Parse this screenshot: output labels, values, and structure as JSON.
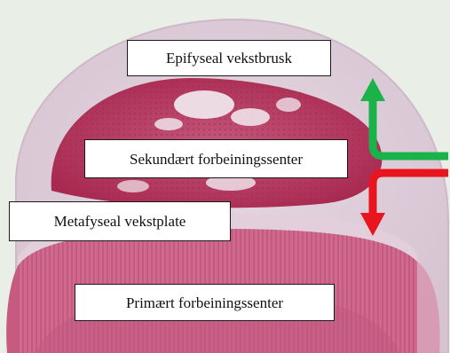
{
  "labels": {
    "epiphyseal_cartilage": "Epifyseal vekstbrusk",
    "secondary_ossification_center": "Sekundært forbeiningssenter",
    "metaphyseal_growth_plate": "Metafyseal vekstplate",
    "primary_ossification_center": "Primært forbeiningssenter"
  },
  "arrows": {
    "upward_arrow": {
      "color": "#19b34a"
    },
    "downward_arrow": {
      "color": "#e8141e"
    }
  },
  "tissue_colors": {
    "background": "#e9eee7",
    "cartilage": "#ded0da",
    "bone_stain": "#b8385f",
    "marrow": "#d06a8c"
  }
}
